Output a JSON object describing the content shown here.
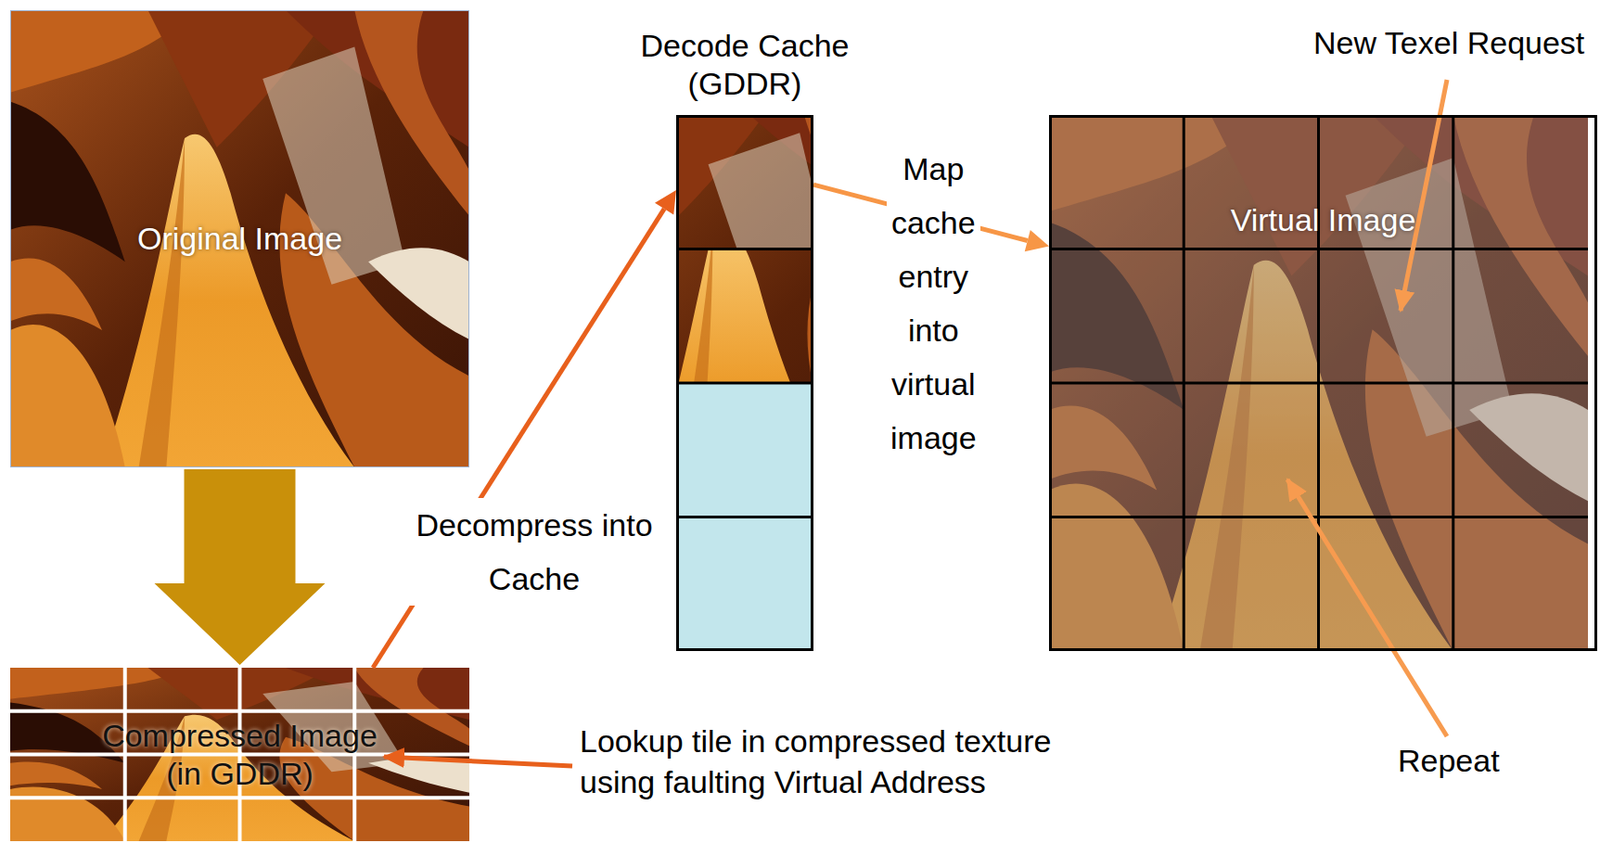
{
  "diagram": {
    "nodes": [
      {
        "text": [
          "Original Image"
        ]
      },
      {
        "text": [
          "Compressed Image (in GDDR)"
        ]
      },
      {
        "text": [
          "Decode Cache (GDDR)"
        ]
      },
      {
        "text": [
          "Virtual Image"
        ]
      }
    ],
    "edges": [
      {
        "from": 0,
        "to": 1,
        "arrow": "to"
      },
      {
        "from": 1,
        "to": 2,
        "arrow": "to",
        "label": "Decompress into Cache"
      },
      {
        "from": 2,
        "to": 3,
        "arrow": "to",
        "label": "Map cache entry into virtual image"
      }
    ],
    "labels": [
      "Lookup tile in compressed texture using faulting Virtual Address",
      "New Texel Request",
      "Repeat"
    ]
  }
}
